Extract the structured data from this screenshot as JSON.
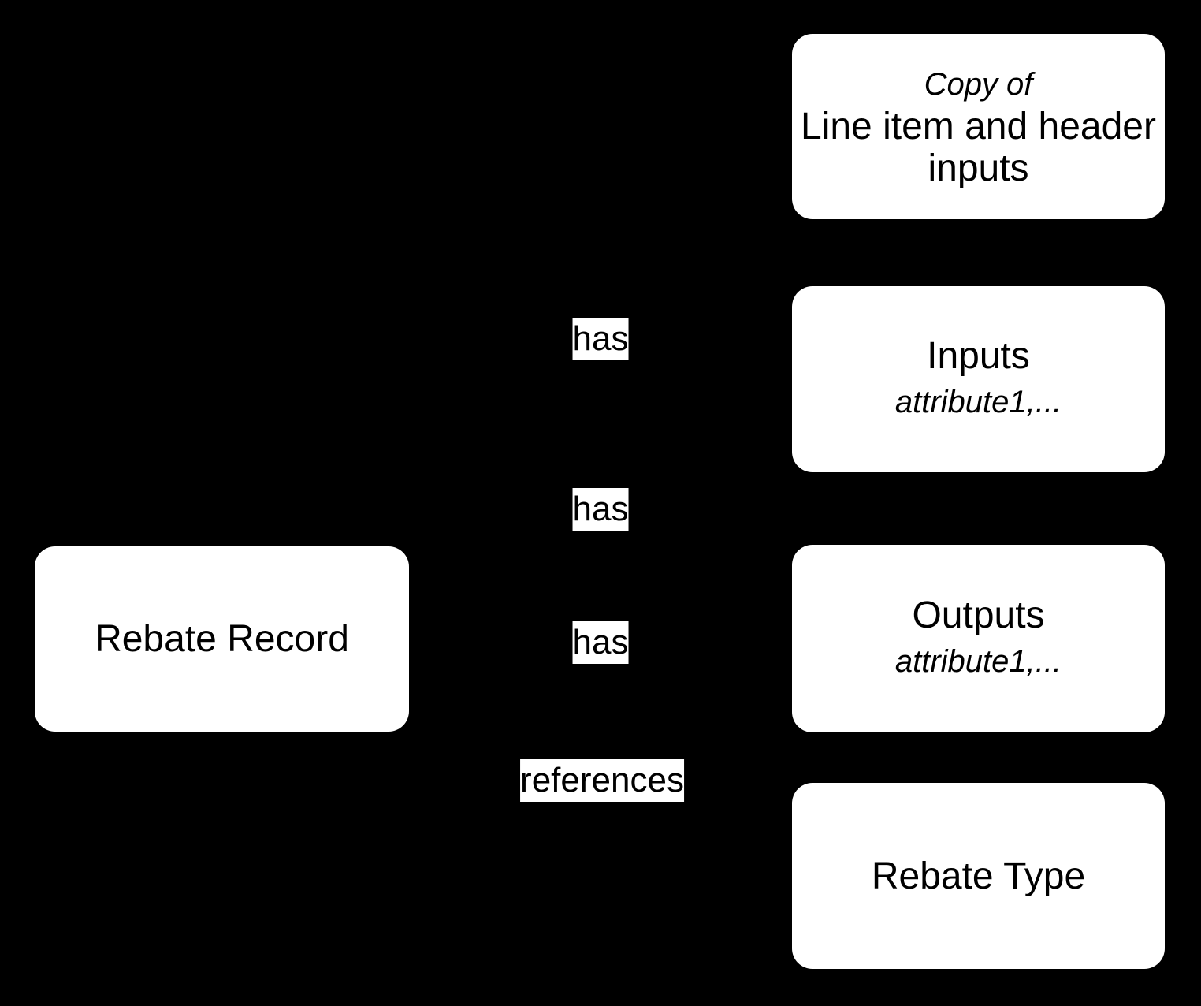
{
  "diagram": {
    "background_color": "#000000",
    "node_fill_color": "#ffffff",
    "node_text_color": "#000000",
    "edge_label_background": "#ffffff",
    "nodes": {
      "copy_of_inputs": {
        "subtitle_italic": "Copy of",
        "title": "Line item and header inputs"
      },
      "inputs": {
        "title": "Inputs",
        "attributes_italic": "attribute1,..."
      },
      "outputs": {
        "title": "Outputs",
        "attributes_italic": "attribute1,..."
      },
      "rebate_type": {
        "title": "Rebate Type"
      },
      "rebate_record": {
        "title": "Rebate Record"
      }
    },
    "edge_labels": {
      "rebate_record_to_copy": "has",
      "rebate_record_to_inputs": "has",
      "rebate_record_to_outputs": "has",
      "rebate_record_to_rebate_type": "references"
    }
  }
}
